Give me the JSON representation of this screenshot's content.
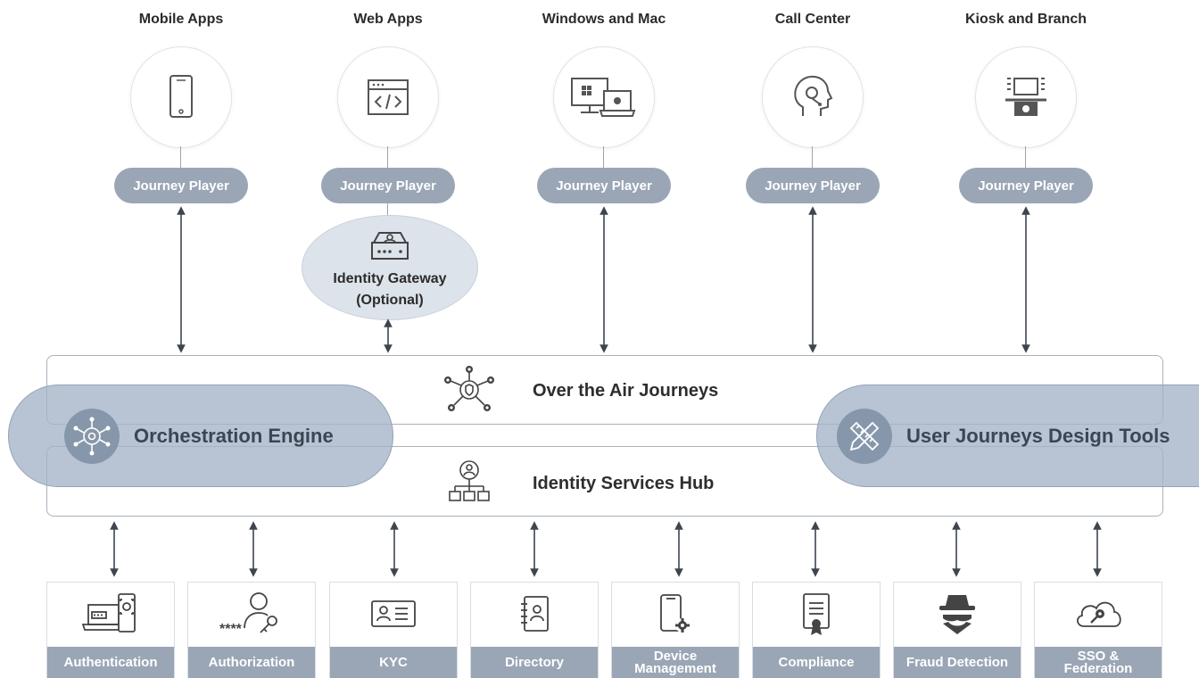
{
  "channels": [
    {
      "label": "Mobile Apps",
      "icon": "mobile-phone-icon",
      "player": "Journey Player"
    },
    {
      "label": "Web Apps",
      "icon": "web-code-icon",
      "player": "Journey Player"
    },
    {
      "label": "Windows and Mac",
      "icon": "desktop-laptop-icon",
      "player": "Journey Player"
    },
    {
      "label": "Call Center",
      "icon": "headset-head-icon",
      "player": "Journey Player"
    },
    {
      "label": "Kiosk and Branch",
      "icon": "kiosk-atm-icon",
      "player": "Journey Player"
    }
  ],
  "gateway": {
    "line1": "Identity Gateway",
    "line2": "(Optional)",
    "icon": "gateway-device-icon"
  },
  "layers": {
    "ota": {
      "title": "Over the Air Journeys",
      "icon": "network-shield-icon"
    },
    "hub": {
      "title": "Identity Services Hub",
      "icon": "hierarchy-user-icon"
    }
  },
  "orchestration": {
    "title": "Orchestration Engine",
    "icon": "gear-network-icon"
  },
  "design_tools": {
    "title": "User Journeys Design Tools",
    "icon": "pencil-ruler-icon"
  },
  "services": [
    {
      "label": "Authentication",
      "icon": "biometric-device-icon"
    },
    {
      "label": "Authorization",
      "icon": "user-key-password-icon"
    },
    {
      "label": "KYC",
      "icon": "id-card-icon"
    },
    {
      "label": "Directory",
      "icon": "address-book-icon"
    },
    {
      "label_line1": "Device",
      "label_line2": "Management",
      "icon": "phone-gear-icon"
    },
    {
      "label": "Compliance",
      "icon": "certificate-icon"
    },
    {
      "label": "Fraud Detection",
      "icon": "spy-icon"
    },
    {
      "label_line1": "SSO &",
      "label_line2": "Federation",
      "icon": "cloud-key-icon"
    }
  ],
  "colors": {
    "pill": "#9aa6b5",
    "line": "#4a5563",
    "layer_border": "#a9b2bd",
    "overlay": "#a4b3c6"
  }
}
